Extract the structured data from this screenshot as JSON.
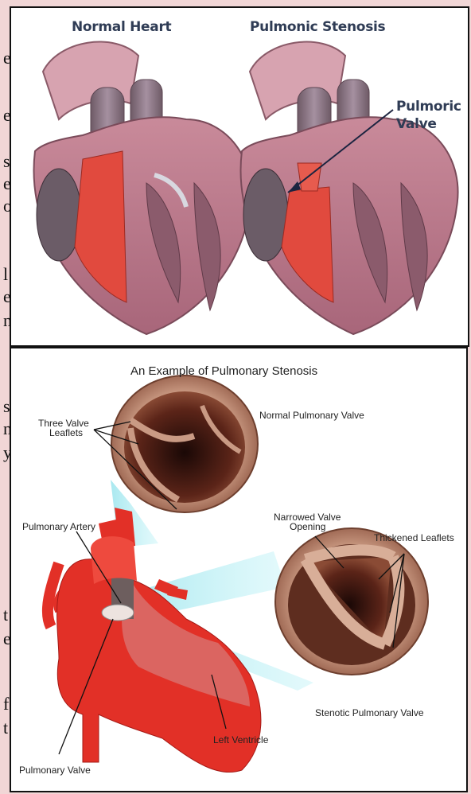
{
  "margin_letters": [
    "e",
    "e",
    "s",
    "e",
    "o",
    "l",
    "e",
    "n",
    "s",
    "n",
    "y",
    "t",
    "e",
    "f",
    "t"
  ],
  "top_panel": {
    "normal_heart_label": "Normal Heart",
    "stenosis_label": "Pulmonic Stenosis",
    "valve_label_line1": "Pulmoric",
    "valve_label_line2": "Valve"
  },
  "bottom_panel": {
    "title": "An Example of Pulmonary Stenosis",
    "three_valve_leaflets_line1": "Three Valve",
    "three_valve_leaflets_line2": "Leaflets",
    "normal_pulmonary_valve": "Normal Pulmonary Valve",
    "narrowed_valve_line1": "Narrowed Valve",
    "narrowed_valve_line2": "Opening",
    "thickened_leaflets": "Thickened Leaflets",
    "pulmonary_artery": "Pulmonary Artery",
    "stenotic_pulmonary_valve": "Stenotic Pulmonary Valve",
    "left_ventricle": "Left Ventricle",
    "pulmonary_valve": "Pulmonary Valve"
  }
}
